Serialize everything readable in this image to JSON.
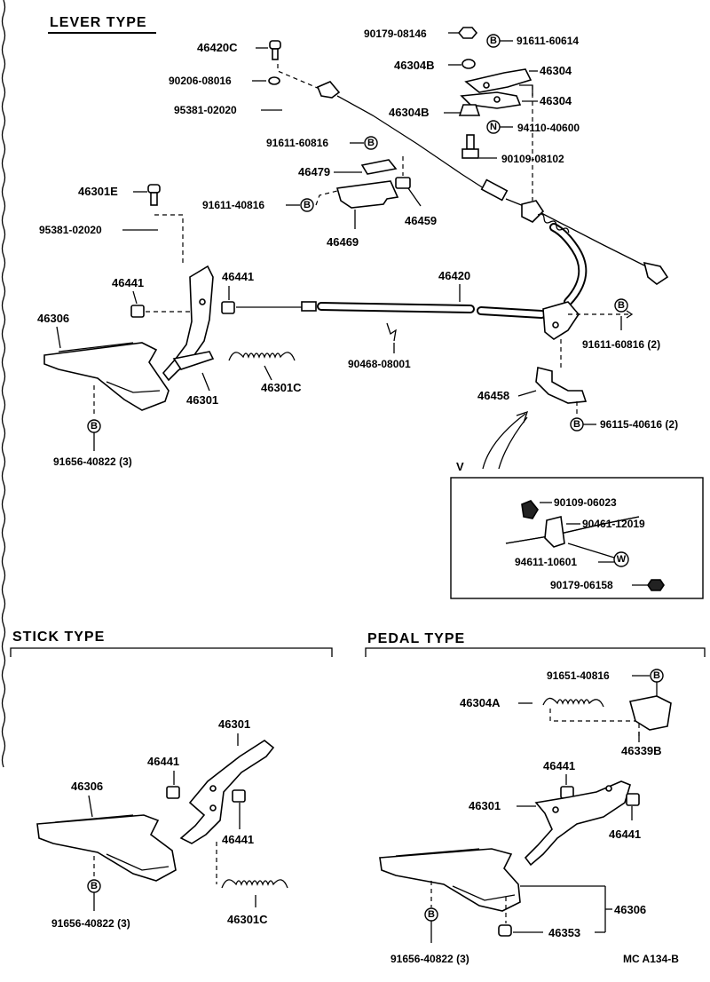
{
  "sections": {
    "lever": "LEVER TYPE",
    "stick": "STICK TYPE",
    "pedal": "PEDAL TYPE"
  },
  "view_label": "V",
  "catalog_code": "MC  A134-B",
  "lever_parts": {
    "p1": "90179-08146",
    "p2": "91611-60614",
    "p3": "46420C",
    "p4": "46304B",
    "p5": "46304",
    "p6": "90206-08016",
    "p7": "46304",
    "p8": "95381-02020",
    "p9": "46304B",
    "p10": "94110-40600",
    "p11": "91611-60816",
    "p12": "90109-08102",
    "p13": "46479",
    "p14": "46301E",
    "p15": "91611-40816",
    "p16": "46459",
    "p17": "95381-02020",
    "p18": "46469",
    "p19": "46441",
    "p20": "46441",
    "p21": "46420",
    "p22": "46306",
    "p23": "91611-60816 (2)",
    "p24": "90468-08001",
    "p25": "46301",
    "p26": "46301C",
    "p27": "46458",
    "p28": "96115-40616 (2)",
    "p29": "91656-40822 (3)"
  },
  "inset_parts": {
    "i1": "90109-06023",
    "i2": "90461-12019",
    "i3": "94611-10601",
    "i4": "90179-06158"
  },
  "stick_parts": {
    "s1": "46301",
    "s2": "46441",
    "s3": "46306",
    "s4": "46441",
    "s5": "46301C",
    "s6": "91656-40822 (3)"
  },
  "pedal_parts": {
    "d1": "91651-40816",
    "d2": "46304A",
    "d3": "46339B",
    "d4": "46441",
    "d5": "46301",
    "d6": "46441",
    "d7": "46306",
    "d8": "46353",
    "d9": "91656-40822 (3)"
  },
  "symbols": {
    "bolt_marker": "B",
    "nut_marker": "N",
    "washer_marker": "W"
  }
}
